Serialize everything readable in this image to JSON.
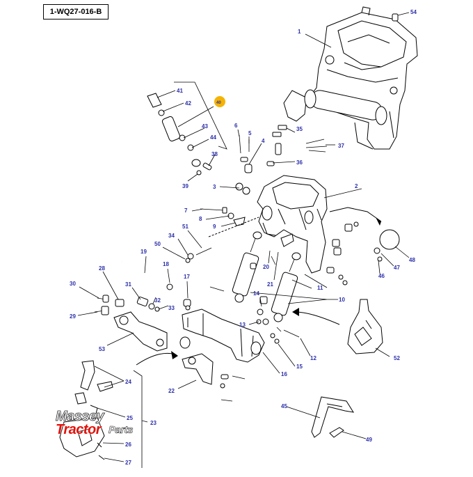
{
  "diagram": {
    "reference_code": "1-WQ27-016-B",
    "highlight_color": "#f5b301",
    "label_color": "#2b2fa8",
    "watermark": {
      "line1": "Massey",
      "line2": "Tractor",
      "line3": "Parts",
      "accent_color": "#e3120b"
    },
    "callouts": [
      {
        "id": "c1",
        "label": "1"
      },
      {
        "id": "c2",
        "label": "2"
      },
      {
        "id": "c3",
        "label": "3"
      },
      {
        "id": "c4",
        "label": "4"
      },
      {
        "id": "c5",
        "label": "5"
      },
      {
        "id": "c6",
        "label": "6"
      },
      {
        "id": "c7",
        "label": "7"
      },
      {
        "id": "c8",
        "label": "8"
      },
      {
        "id": "c9",
        "label": "9"
      },
      {
        "id": "c10",
        "label": "10"
      },
      {
        "id": "c11",
        "label": "11"
      },
      {
        "id": "c12",
        "label": "12"
      },
      {
        "id": "c13",
        "label": "13"
      },
      {
        "id": "c14",
        "label": "14"
      },
      {
        "id": "c15",
        "label": "15"
      },
      {
        "id": "c16",
        "label": "16"
      },
      {
        "id": "c17",
        "label": "17"
      },
      {
        "id": "c18",
        "label": "18"
      },
      {
        "id": "c19",
        "label": "19"
      },
      {
        "id": "c20",
        "label": "20"
      },
      {
        "id": "c21",
        "label": "21"
      },
      {
        "id": "c22",
        "label": "22"
      },
      {
        "id": "c23",
        "label": "23"
      },
      {
        "id": "c24",
        "label": "24"
      },
      {
        "id": "c25",
        "label": "25"
      },
      {
        "id": "c26",
        "label": "26"
      },
      {
        "id": "c27",
        "label": "27"
      },
      {
        "id": "c28",
        "label": "28"
      },
      {
        "id": "c29",
        "label": "29"
      },
      {
        "id": "c30",
        "label": "30"
      },
      {
        "id": "c31",
        "label": "31"
      },
      {
        "id": "c32",
        "label": "32"
      },
      {
        "id": "c33",
        "label": "33"
      },
      {
        "id": "c34",
        "label": "34"
      },
      {
        "id": "c35",
        "label": "35"
      },
      {
        "id": "c36",
        "label": "36"
      },
      {
        "id": "c37",
        "label": "37"
      },
      {
        "id": "c38",
        "label": "38"
      },
      {
        "id": "c39",
        "label": "39"
      },
      {
        "id": "c40",
        "label": "40",
        "highlighted": true
      },
      {
        "id": "c41",
        "label": "41"
      },
      {
        "id": "c42",
        "label": "42"
      },
      {
        "id": "c43",
        "label": "43"
      },
      {
        "id": "c44",
        "label": "44"
      },
      {
        "id": "c45",
        "label": "45"
      },
      {
        "id": "c46",
        "label": "46"
      },
      {
        "id": "c47",
        "label": "47"
      },
      {
        "id": "c48",
        "label": "48"
      },
      {
        "id": "c49",
        "label": "49"
      },
      {
        "id": "c50",
        "label": "50"
      },
      {
        "id": "c51",
        "label": "51"
      },
      {
        "id": "c52",
        "label": "52"
      },
      {
        "id": "c53",
        "label": "53"
      },
      {
        "id": "c54",
        "label": "54"
      }
    ]
  }
}
